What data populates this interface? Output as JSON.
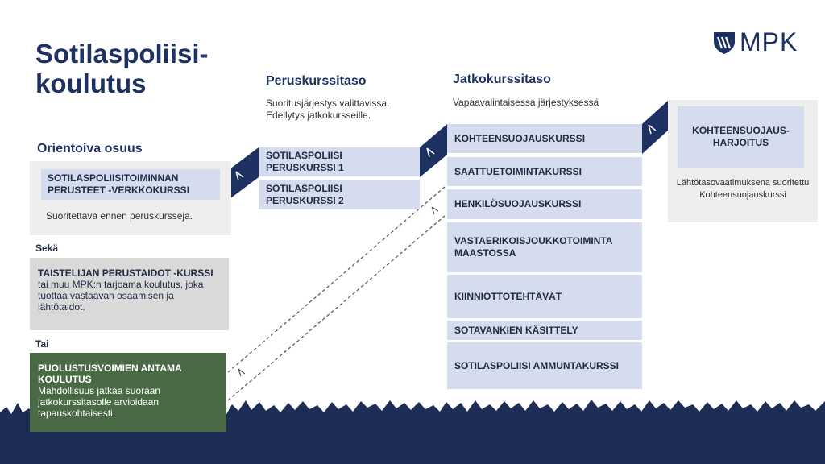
{
  "title": "Sotilaspoliisi-koulutus",
  "logo": {
    "text": "MPK"
  },
  "colors": {
    "navy": "#1e3163",
    "light_blue": "#d5dcee",
    "panel_grey": "#eeeeee",
    "box_grey": "#d9d9d9",
    "green": "#4a6a45"
  },
  "orientation": {
    "heading": "Orientoiva osuus",
    "course_label": "SOTILASPOLIISITOIMINNAN PERUSTEET -VERKKOKURSSI",
    "note": "Suoritettava ennen peruskursseja."
  },
  "connector_seka": "Sekä",
  "taistelija": {
    "title": "TAISTELIJAN PERUSTAIDOT -KURSSI",
    "text": "tai muu MPK:n tarjoama koulutus, joka tuottaa vastaavan osaamisen ja lähtötaidot."
  },
  "connector_tai": "Tai",
  "puolustus": {
    "title": "PUOLUSTUSVOIMIEN ANTAMA KOULUTUS",
    "text": "Mahdollisuus jatkaa suoraan jatkokurssitasolle arvioidaan tapauskohtaisesti."
  },
  "peruskurssi": {
    "heading": "Peruskurssitaso",
    "subtitle": "Suoritusjärjestys valittavissa. Edellytys jatkokursseille.",
    "courses": [
      "SOTILASPOLIISI PERUSKURSSI 1",
      "SOTILASPOLIISI PERUSKURSSI 2"
    ]
  },
  "jatkokurssi": {
    "heading": "Jatkokurssitaso",
    "subtitle": "Vapaavalintaisessa järjestyksessä",
    "courses": [
      "KOHTEENSUOJAUSKURSSI",
      "SAATTUETOIMINTAKURSSI",
      "HENKILÖSUOJAUSKURSSI",
      "VASTAERIKOISJOUKKOTOIMINTA MAASTOSSA",
      "KIINNIOTTOTEHTÄVÄT",
      "SOTAVANKIEN KÄSITTELY",
      "SOTILASPOLIISI AMMUNTAKURSSI"
    ]
  },
  "target": {
    "label": "KOHTEENSUOJAUS-HARJOITUS",
    "note": "Lähtötasovaatimuksena suoritettu Kohteensuojauskurssi"
  }
}
